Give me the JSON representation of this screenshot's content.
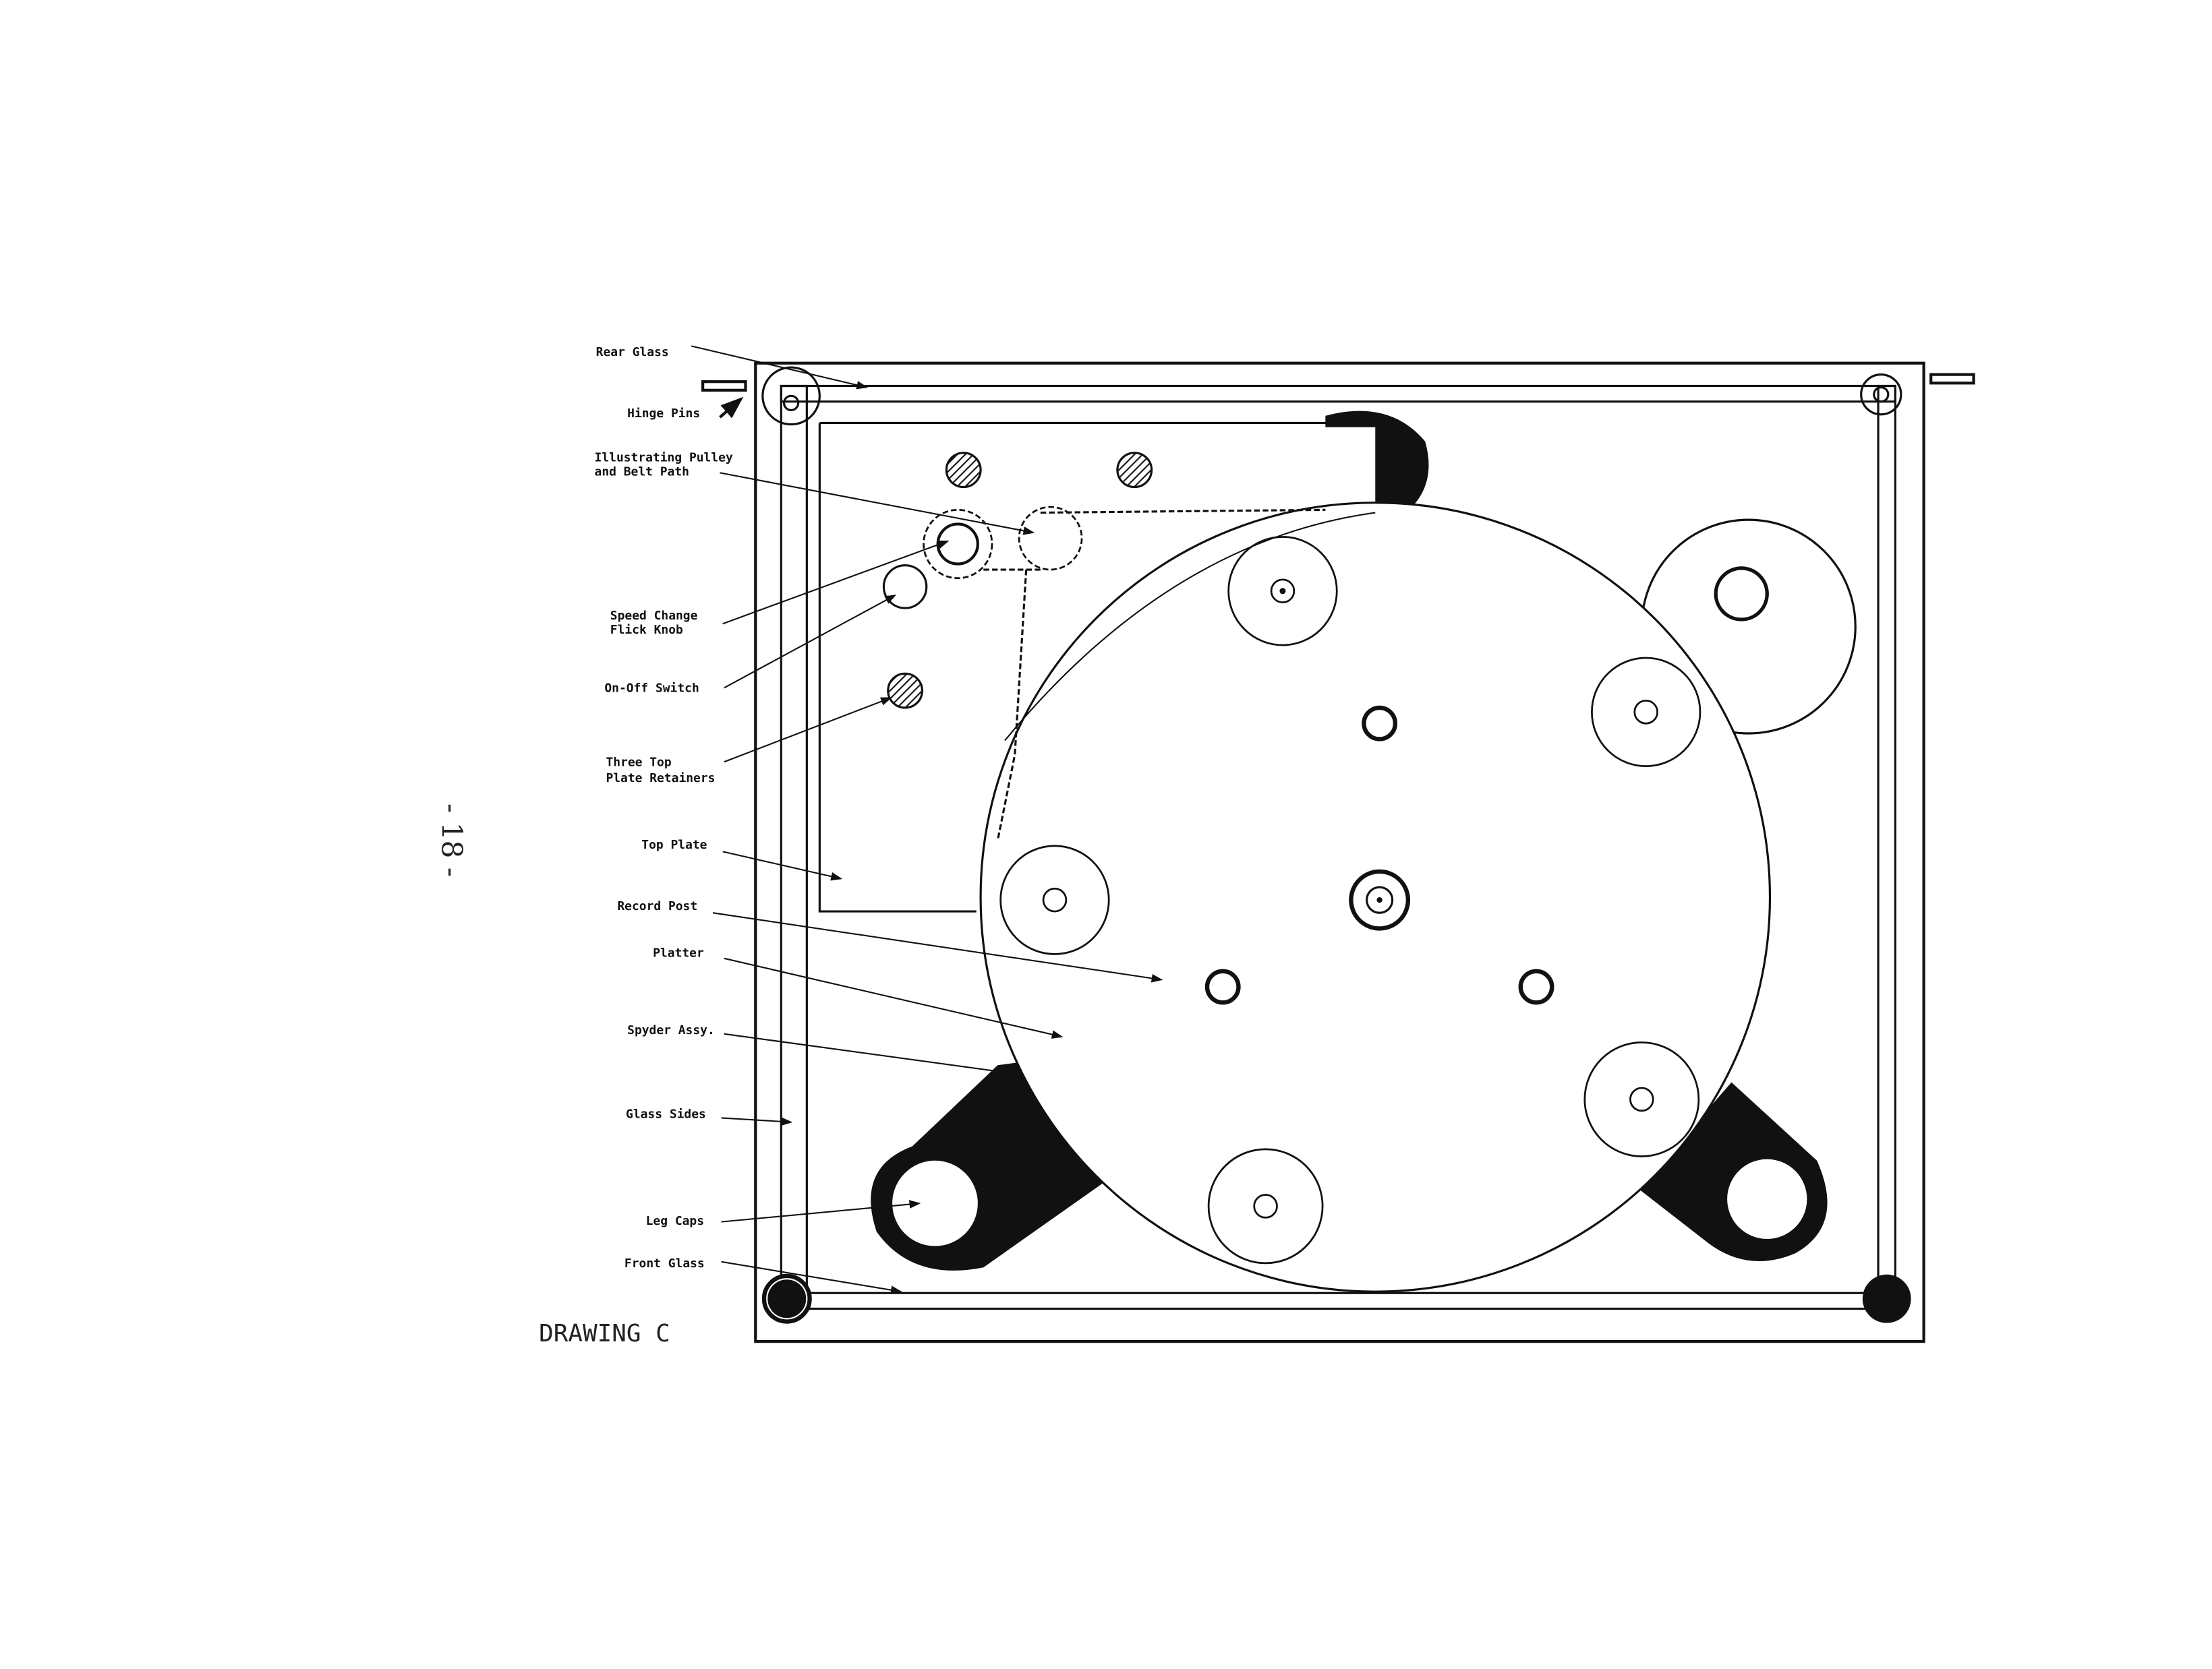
{
  "page_number": "- 18 -",
  "caption": "DRAWING C",
  "labels": {
    "rear_glass": "Rear Glass",
    "hinge_pins": "Hinge Pins",
    "pulley_line1": "Illustrating Pulley",
    "pulley_line2": "and Belt Path",
    "speed_line1": "Speed Change",
    "speed_line2": "Flick Knob",
    "on_off": "On-Off Switch",
    "retainers_line1": "Three Top",
    "retainers_line2": "Plate Retainers",
    "top_plate": "Top Plate",
    "record_post": "Record Post",
    "platter": "Platter",
    "spyder": "Spyder Assy.",
    "glass_sides": "Glass Sides",
    "leg_caps": "Leg Caps",
    "front_glass": "Front Glass"
  },
  "colors": {
    "ink": "#111111",
    "paper": "#ffffff"
  }
}
